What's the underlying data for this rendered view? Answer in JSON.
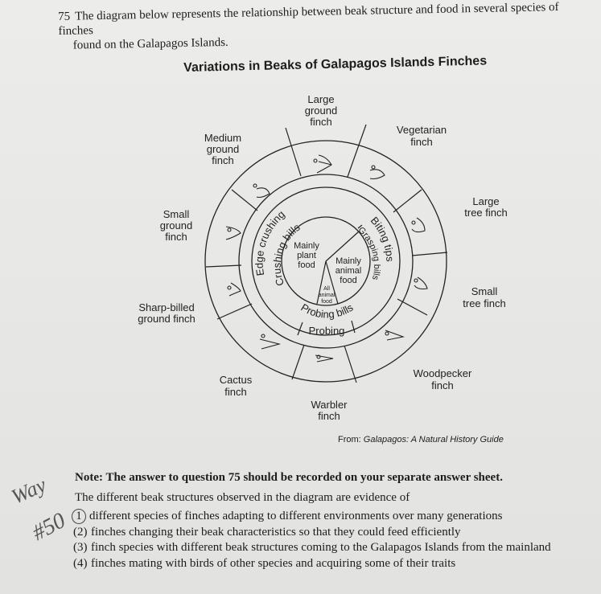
{
  "question": {
    "number": "75",
    "text_line1": "The diagram below represents the relationship between beak structure and food in several species of finches",
    "text_line2": "found on the Galapagos Islands."
  },
  "diagram": {
    "title": "Variations in Beaks of Galapagos Islands Finches",
    "outer_labels": {
      "large_ground": [
        "Large",
        "ground",
        "finch"
      ],
      "vegetarian": [
        "Vegetarian",
        "finch"
      ],
      "large_tree": [
        "Large",
        "tree finch"
      ],
      "small_tree": [
        "Small",
        "tree finch"
      ],
      "woodpecker": [
        "Woodpecker",
        "finch"
      ],
      "warbler": [
        "Warbler",
        "finch"
      ],
      "cactus": [
        "Cactus",
        "finch"
      ],
      "sharp_billed": [
        "Sharp-billed",
        "ground finch"
      ],
      "small_ground": [
        "Small",
        "ground",
        "finch"
      ],
      "medium_ground": [
        "Medium",
        "ground",
        "finch"
      ]
    },
    "ring_labels": {
      "edge_crushing": "Edge crushing",
      "crushing_bills": "Crushing bills",
      "biting_tips": "Biting tips",
      "grasping_bills": "Grasping bills",
      "probing_bills": "Probing bills",
      "probing": "Probing"
    },
    "center_labels": {
      "plant": [
        "Mainly",
        "plant",
        "food"
      ],
      "animal": [
        "Mainly",
        "animal",
        "food"
      ],
      "all_animal": [
        "All",
        "animal",
        "food"
      ]
    },
    "source_prefix": "From: ",
    "source_title": "Galapagos: A Natural History Guide"
  },
  "note": "Note: The answer to question 75 should be recorded on your separate answer sheet.",
  "stem": "The different beak structures observed in the diagram are evidence of",
  "choices": [
    {
      "num": "1",
      "text": "different species of finches adapting to different environments over many generations"
    },
    {
      "num": "(2)",
      "text": "finches changing their beak characteristics so that they could feed efficiently"
    },
    {
      "num": "(3)",
      "text": "finch species with different beak structures coming to the Galapagos Islands from the mainland"
    },
    {
      "num": "(4)",
      "text": "finches mating with birds of other species and acquiring some of their traits"
    }
  ],
  "handwriting": {
    "word": "Way",
    "number": "#50"
  }
}
